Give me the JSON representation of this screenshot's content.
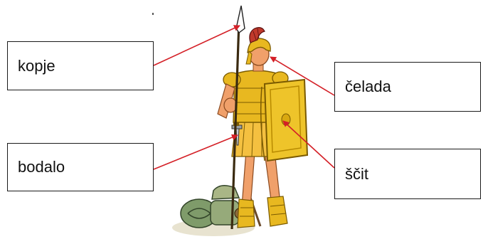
{
  "labels": {
    "spear": "kopje",
    "dagger": "bodalo",
    "helmet": "čelada",
    "shield": "ščit"
  },
  "colors": {
    "arrow": "#d42027",
    "box_border": "#1a1a1a",
    "armor_gold": "#e8b820",
    "shield_gold": "#eec42a",
    "skin": "#f0a06a",
    "crest": "#c0392b"
  },
  "icons": {
    "soldier": "roman-soldier-illustration",
    "pack": "bedroll-pack-illustration"
  }
}
